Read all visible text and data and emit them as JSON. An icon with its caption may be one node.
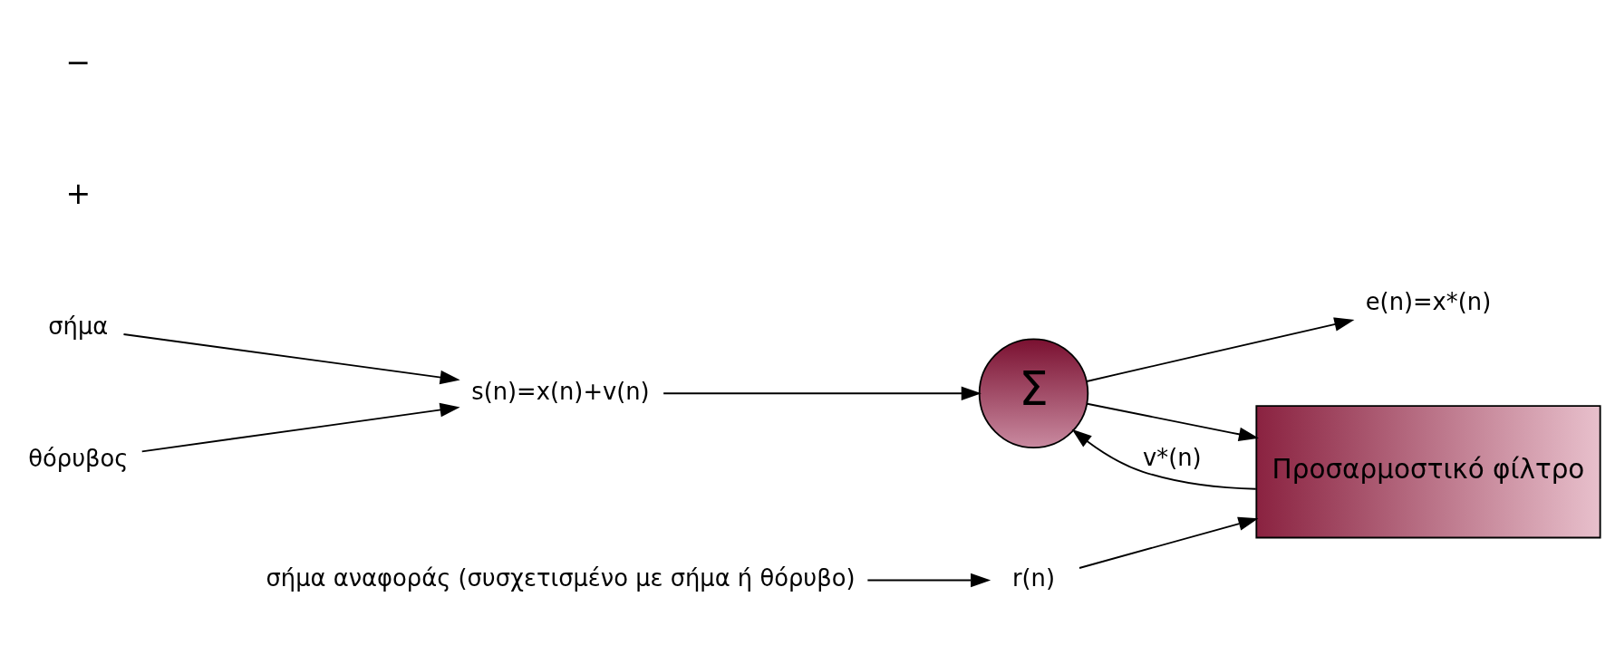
{
  "diagram": {
    "nodes": [
      {
        "text": [
          "σήμα"
        ]
      },
      {
        "text": [
          "θόρυβος"
        ]
      },
      {
        "text": [
          "s(n)=x(n)+v(n)"
        ]
      },
      {
        "text": [
          "Σ"
        ]
      },
      {
        "text": [
          "e(n)=x*(n)"
        ]
      },
      {
        "text": [
          "r(n)"
        ]
      },
      {
        "text": [
          "Προσαρμοστικό φίλτρο"
        ]
      },
      {
        "text": [
          "σήμα αναφοράς (συσχετισμένο με σήμα ή θόρυβο)"
        ]
      }
    ],
    "edges": [
      {
        "from": 0,
        "to": 2,
        "arrow": "to"
      },
      {
        "from": 1,
        "to": 2,
        "arrow": "to"
      },
      {
        "from": 2,
        "to": 3,
        "arrow": "to"
      },
      {
        "from": 3,
        "to": 4,
        "arrow": "to"
      },
      {
        "from": 7,
        "to": 5,
        "arrow": "to"
      },
      {
        "from": 5,
        "to": 6,
        "arrow": "to"
      },
      {
        "from": 6,
        "to": 3,
        "arrow": "to",
        "label": "v*(n)"
      },
      {
        "from": 3,
        "to": 6,
        "arrow": "to"
      }
    ],
    "labels": [
      "+",
      "−"
    ]
  }
}
